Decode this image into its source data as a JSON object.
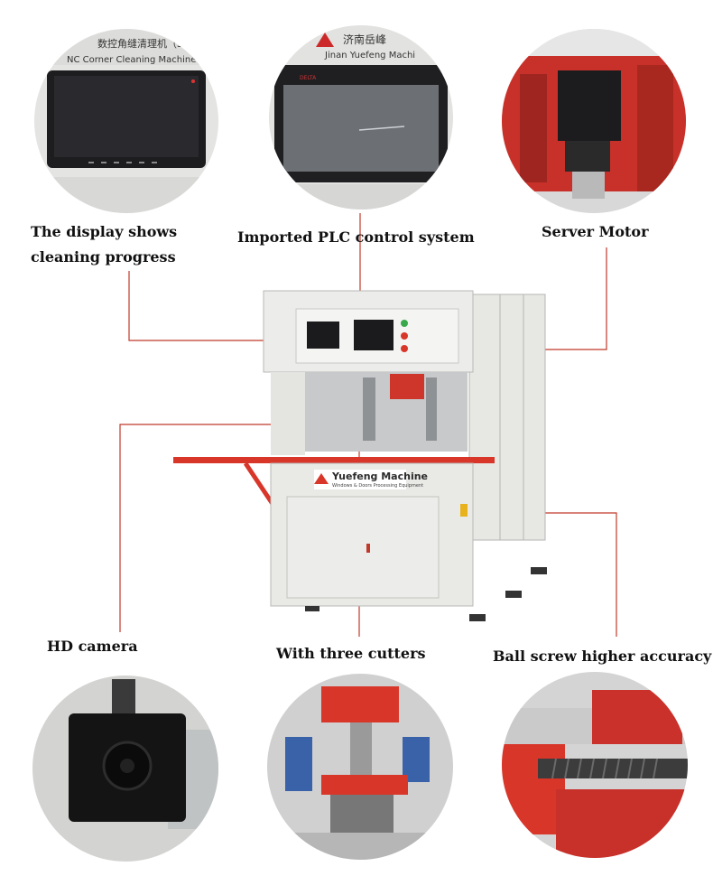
{
  "features": {
    "display": {
      "label_line1": "The display shows",
      "label_line2": "cleaning progress",
      "panel_text_cn": "数控角缝清理机（SQJ",
      "panel_text_en": "NC Corner Cleaning Machine"
    },
    "plc": {
      "label": "Imported PLC control system",
      "panel_text_cn": "济南岳峰",
      "panel_text_en": "Jinan Yuefeng Machi",
      "screen_brand": "DELTA"
    },
    "servo": {
      "label": "Server Motor"
    },
    "camera": {
      "label": "HD camera"
    },
    "cutters": {
      "label": "With three cutters"
    },
    "ballscrew": {
      "label": "Ball screw higher accuracy"
    }
  },
  "machine": {
    "brand": "Yuefeng Machine",
    "tagline": "Windows & Doors Processing Equipment"
  },
  "colors": {
    "callout_line": "#c0392b",
    "machine_body": "#e9e9e6",
    "accent_red": "#d9362a"
  }
}
